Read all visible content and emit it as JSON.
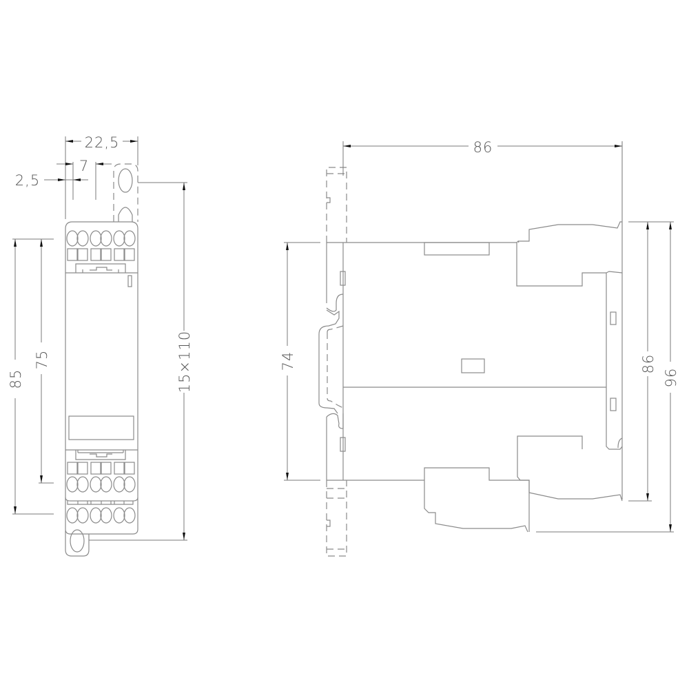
{
  "drawing": {
    "type": "dimension-drawing",
    "views": [
      "front-view",
      "side-view"
    ],
    "line_color": "#8a8a8a",
    "arrow_color": "#111111",
    "background": "#ffffff"
  },
  "front_view": {
    "dimensions": {
      "width_total": "22,5",
      "terminal_pitch": "7",
      "terminal_offset": "2,5",
      "height_85": "85",
      "height_75": "75",
      "mounting_hole_spacing": "15×110"
    }
  },
  "side_view": {
    "dimensions": {
      "depth": "86",
      "rail_height": "74",
      "height_86": "86",
      "height_96": "96"
    }
  }
}
